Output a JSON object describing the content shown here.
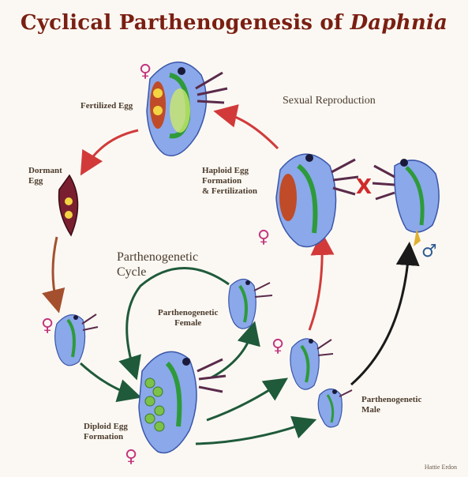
{
  "title": {
    "main": "Cyclical Parthenogenesis of ",
    "italic": "Daphnia"
  },
  "labels": {
    "fertilized_egg": "Fertilized Egg",
    "sexual_reproduction": "Sexual Reproduction",
    "dormant_egg_line1": "Dormant",
    "dormant_egg_line2": "Egg",
    "haploid_line1": "Haploid Egg",
    "haploid_line2": "Formation",
    "haploid_line3": "& Fertilization",
    "parthenogenetic_cycle_line1": "Parthenogenetic",
    "parthenogenetic_cycle_line2": "Cycle",
    "parth_female_line1": "Parthenogenetic",
    "parth_female_line2": "Female",
    "diploid_line1": "Diploid Egg",
    "diploid_line2": "Formation",
    "parth_male_line1": "Parthenogenetic",
    "parth_male_line2": "Male"
  },
  "symbols": {
    "female": "♀",
    "male": "♂",
    "cross": "X"
  },
  "credit": "Hattie Erdon",
  "colors": {
    "title": "#7a1f12",
    "red_arrow": "#d23a3a",
    "brown_arrow": "#a4502f",
    "green_arrow": "#1f5a3a",
    "black_arrow": "#1a1a1a",
    "body_blue": "#7f9fe0",
    "gut_green": "#3f9e3f",
    "female": "#c2357e",
    "male": "#2d5a93"
  }
}
